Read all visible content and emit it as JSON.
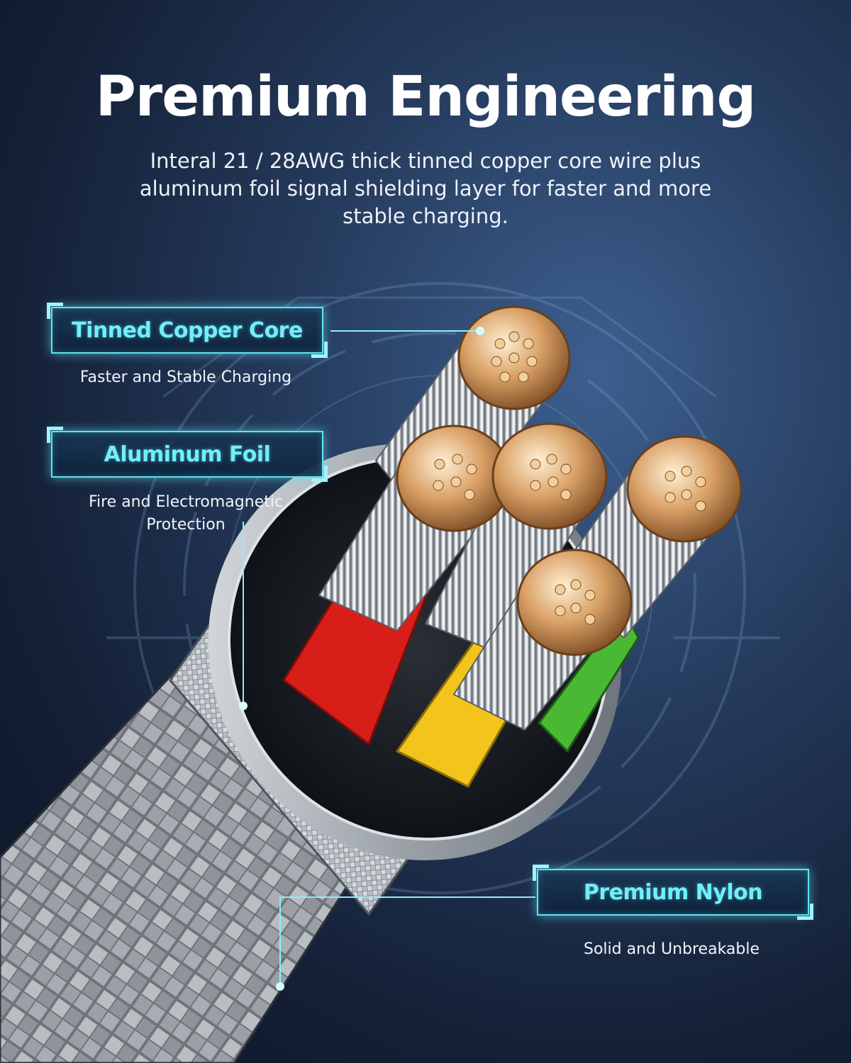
{
  "heading": {
    "title": "Premium Engineering",
    "subtitle": "Interal 21 / 28AWG thick tinned copper core wire plus aluminum foil signal shielding layer for faster and more stable charging."
  },
  "callouts": [
    {
      "label": "Tinned Copper Core",
      "description": "Faster and Stable Charging"
    },
    {
      "label": "Aluminum Foil",
      "description": "Fire and Electromagnetic Protection"
    },
    {
      "label": "Premium Nylon",
      "description": "Solid and Unbreakable"
    }
  ],
  "colors": {
    "accent": "#5fe3f2",
    "background": "#1b2a44",
    "wire_red": "#d81e18",
    "wire_yellow": "#f2c41c",
    "wire_green": "#49b833",
    "copper": "#d9a066"
  }
}
